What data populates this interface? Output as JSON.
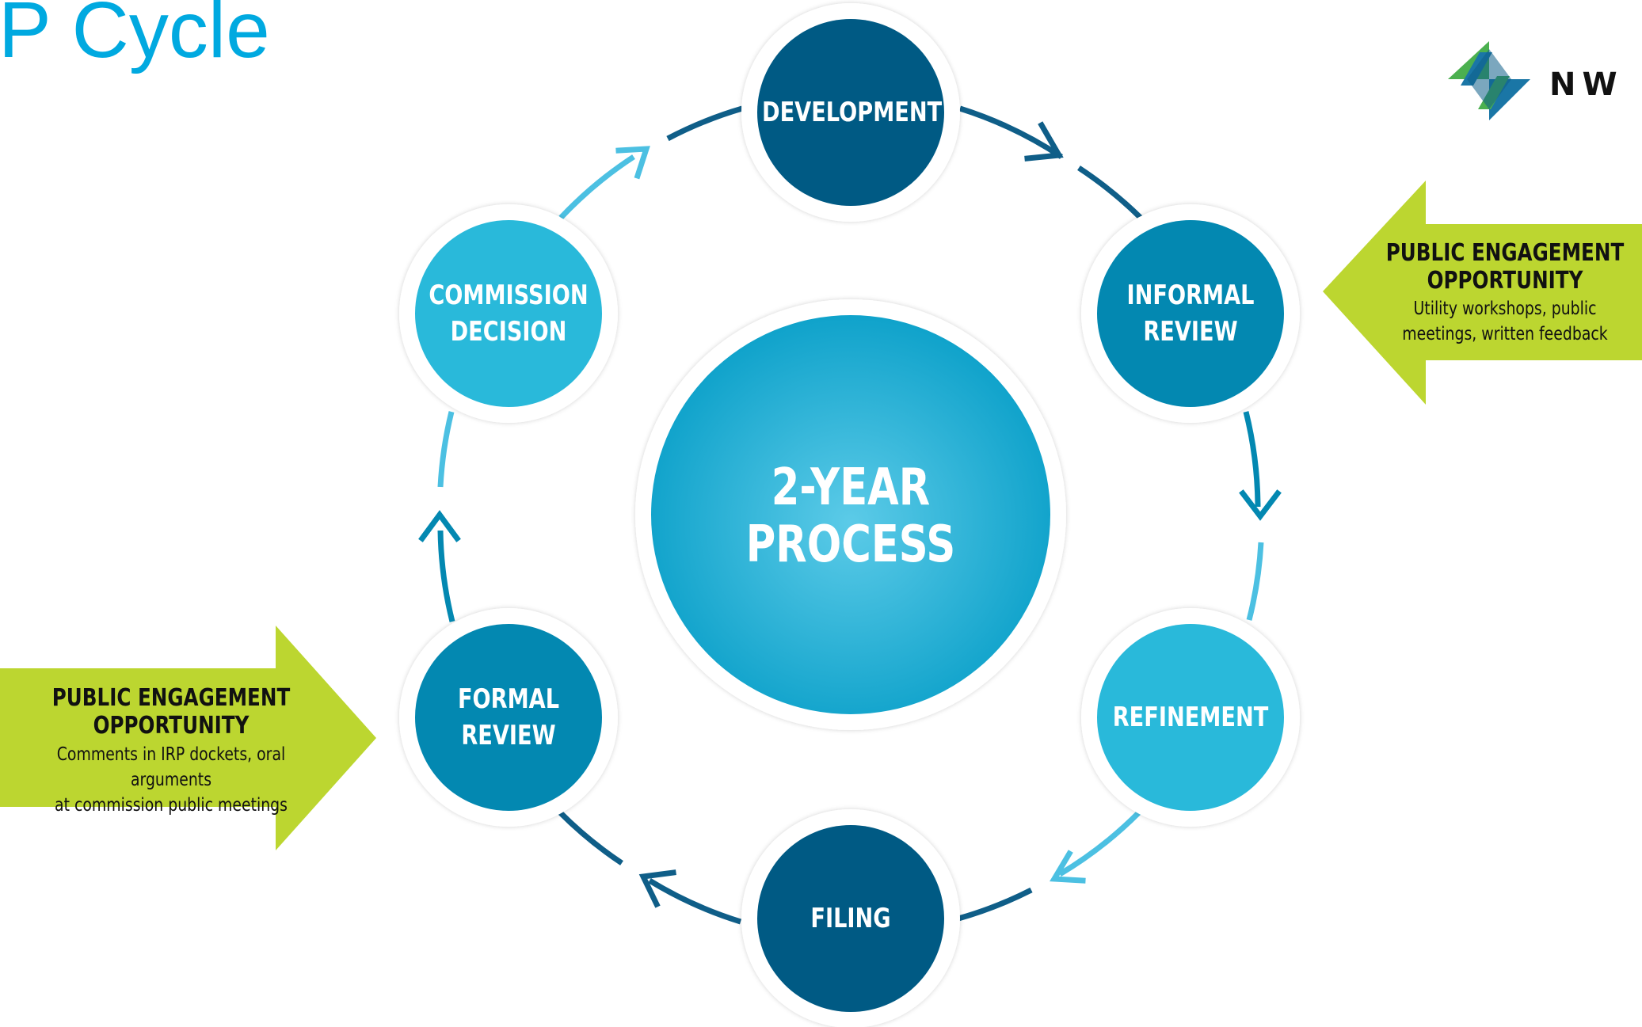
{
  "title": "P Cycle",
  "logo": {
    "text": "NW N",
    "icon": "nw-natural-logo-icon"
  },
  "hub": {
    "label": "2-YEAR\nPROCESS"
  },
  "steps": [
    {
      "id": "development",
      "label": "DEVELOPMENT",
      "color": "#005a84"
    },
    {
      "id": "informal-review",
      "label": "INFORMAL\nREVIEW",
      "color": "#0388b1"
    },
    {
      "id": "refinement",
      "label": "REFINEMENT",
      "color": "#29b9da"
    },
    {
      "id": "filing",
      "label": "FILING",
      "color": "#005a84"
    },
    {
      "id": "formal-review",
      "label": "FORMAL\nREVIEW",
      "color": "#0388b1"
    },
    {
      "id": "commission-decision",
      "label": "COMMISSION\nDECISION",
      "color": "#29b9da"
    }
  ],
  "callouts": [
    {
      "id": "right",
      "title": "PUBLIC ENGAGEMENT\nOPPORTUNITY",
      "body": "Utility workshops, public\nmeetings, written feedback"
    },
    {
      "id": "left",
      "title": "PUBLIC ENGAGEMENT\nOPPORTUNITY",
      "body": "Comments in IRP dockets, oral arguments\nat commission public meetings"
    }
  ],
  "colors": {
    "title": "#00a9e0",
    "dark": "#005a84",
    "mid": "#0388b1",
    "light": "#29b9da",
    "arrow_light": "#4cc0e2",
    "callout": "#bcd630",
    "hub_light": "#5ccbe8",
    "hub_dark": "#0ba0c9"
  }
}
